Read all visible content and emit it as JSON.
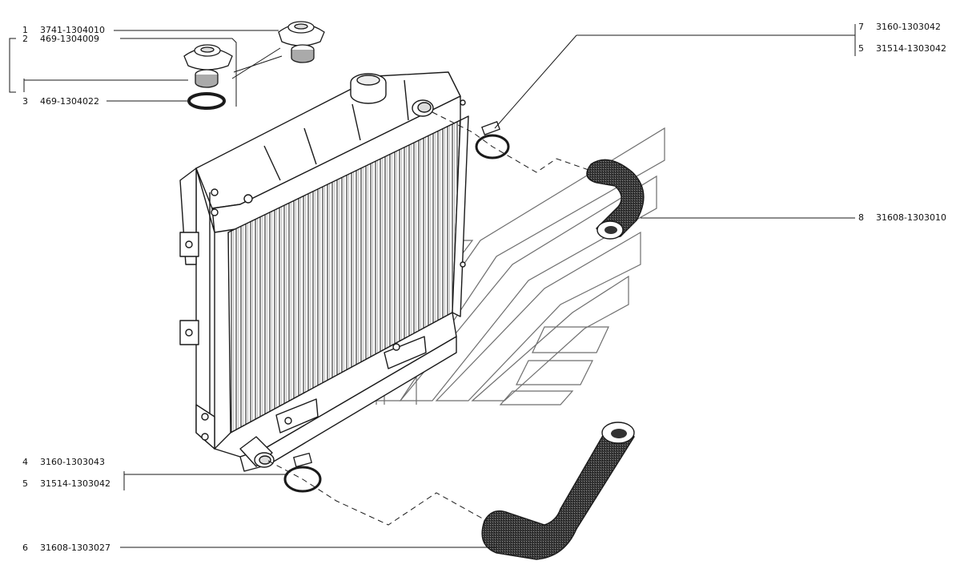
{
  "diagram": {
    "colors": {
      "ink": "#1a1a1a",
      "watermark": "#6e6e6e",
      "rubber": "#2e2e2e"
    },
    "callouts": [
      {
        "id": "c1",
        "number": "1",
        "part": "3741-1304010"
      },
      {
        "id": "c2",
        "number": "2",
        "part": "469-1304009"
      },
      {
        "id": "c3",
        "number": "3",
        "part": "469-1304022"
      },
      {
        "id": "c4",
        "number": "4",
        "part": "3160-1303043"
      },
      {
        "id": "c5a",
        "number": "5",
        "part": "31514-1303042"
      },
      {
        "id": "c6",
        "number": "6",
        "part": "31608-1303027"
      },
      {
        "id": "c7",
        "number": "7",
        "part": "3160-1303042"
      },
      {
        "id": "c5b",
        "number": "5",
        "part": "31514-1303042"
      },
      {
        "id": "c8",
        "number": "8",
        "part": "31608-1303010"
      }
    ],
    "components": [
      {
        "key": "radiator",
        "icon": "radiator-core-icon"
      },
      {
        "key": "cap_large",
        "icon": "radiator-cap-icon"
      },
      {
        "key": "cap_small",
        "icon": "radiator-cap-icon"
      },
      {
        "key": "gasket",
        "icon": "gasket-ring-icon"
      },
      {
        "key": "clamp_upper",
        "icon": "hose-clamp-icon"
      },
      {
        "key": "clamp_lower",
        "icon": "hose-clamp-icon"
      },
      {
        "key": "hose_upper",
        "icon": "hose-upper-icon"
      },
      {
        "key": "hose_lower",
        "icon": "hose-lower-icon"
      }
    ]
  }
}
